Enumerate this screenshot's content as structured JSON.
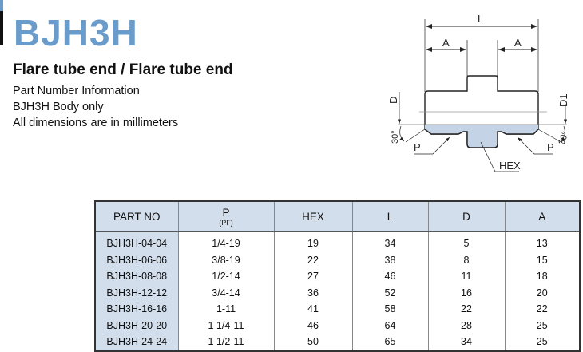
{
  "title": "BJH3H",
  "subtitle": "Flare tube end / Flare tube end",
  "info": [
    "Part Number Information",
    "BJH3H Body only",
    "All dimensions are in millimeters"
  ],
  "drawing": {
    "labels": {
      "L": "L",
      "A": "A",
      "D": "D",
      "D1": "D1",
      "angle": "30°",
      "P": "P",
      "HEX": "HEX"
    }
  },
  "table": {
    "headers": {
      "part": "PART NO",
      "p": "P",
      "p_sub": "(PF)",
      "hex": "HEX",
      "l": "L",
      "d": "D",
      "a": "A"
    },
    "rows": [
      [
        "BJH3H-04-04",
        "1/4-19",
        "19",
        "34",
        "5",
        "13"
      ],
      [
        "BJH3H-06-06",
        "3/8-19",
        "22",
        "38",
        "8",
        "15"
      ],
      [
        "BJH3H-08-08",
        "1/2-14",
        "27",
        "46",
        "11",
        "18"
      ],
      [
        "BJH3H-12-12",
        "3/4-14",
        "36",
        "52",
        "16",
        "20"
      ],
      [
        "BJH3H-16-16",
        "1-11",
        "41",
        "58",
        "22",
        "22"
      ],
      [
        "BJH3H-20-20",
        "1 1/4-11",
        "46",
        "64",
        "28",
        "25"
      ],
      [
        "BJH3H-24-24",
        "1 1/2-11",
        "50",
        "65",
        "34",
        "25"
      ]
    ]
  },
  "colors": {
    "accent": "#6a9ccb",
    "table_header": "#d3deec"
  }
}
